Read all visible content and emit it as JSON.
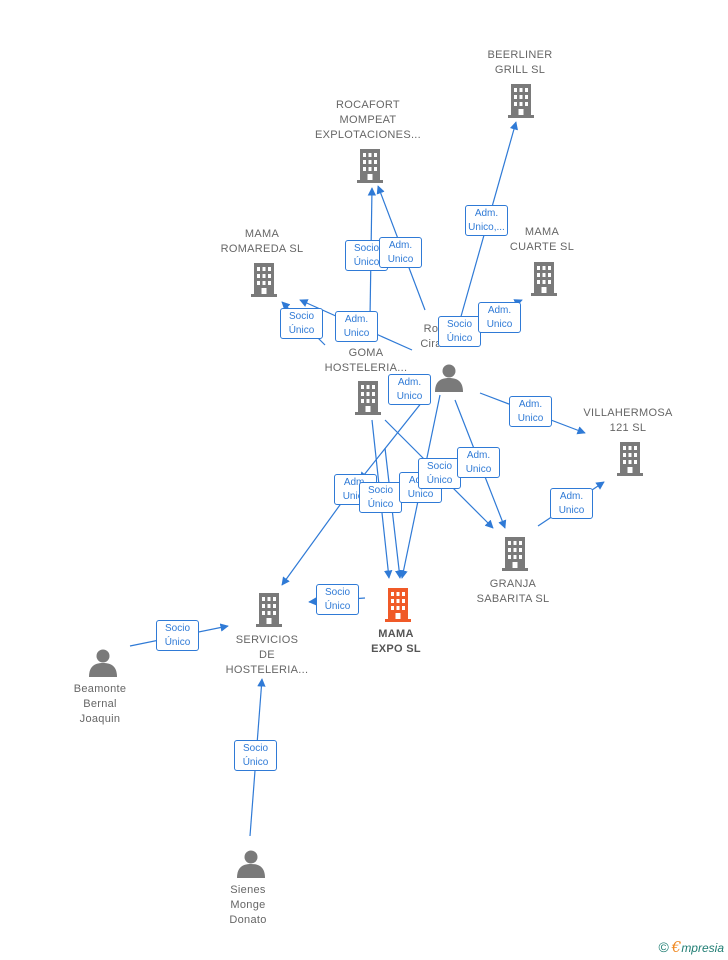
{
  "colors": {
    "edge": "#2f7ad6",
    "node": "#7a7a7a",
    "main_node": "#f05a28",
    "label": "#666666"
  },
  "nodes": [
    {
      "id": "beerliner",
      "type": "company",
      "label": [
        "BEERLINER",
        "GRILL SL"
      ]
    },
    {
      "id": "rocafort",
      "type": "company",
      "label": [
        "ROCAFORT",
        "MOMPEAT",
        "EXPLOTACIONES..."
      ]
    },
    {
      "id": "romareda",
      "type": "company",
      "label": [
        "MAMA",
        "ROMAREDA SL"
      ]
    },
    {
      "id": "cuarte",
      "type": "company",
      "label": [
        "MAMA",
        "CUARTE SL"
      ]
    },
    {
      "id": "rocafort_person",
      "type": "person",
      "label": [
        "Ro",
        "Cira"
      ]
    },
    {
      "id": "goma",
      "type": "company",
      "label": [
        "GOMA",
        "HOSTELERIA..."
      ]
    },
    {
      "id": "villahermosa",
      "type": "company",
      "label": [
        "VILLAHERMOSA",
        "121 SL"
      ]
    },
    {
      "id": "granja",
      "type": "company",
      "label": [
        "GRANJA",
        "SABARITA SL"
      ]
    },
    {
      "id": "mama_expo",
      "type": "main",
      "label": [
        "MAMA",
        "EXPO SL"
      ]
    },
    {
      "id": "servicios",
      "type": "company",
      "label": [
        "SERVICIOS",
        "DE",
        "HOSTELERIA..."
      ]
    },
    {
      "id": "beamonte",
      "type": "person",
      "label": [
        "Beamonte",
        "Bernal",
        "Joaquin"
      ]
    },
    {
      "id": "sienes",
      "type": "person",
      "label": [
        "Sienes",
        "Monge",
        "Donato"
      ]
    }
  ],
  "edge_labels": [
    {
      "id": "e1",
      "lines": [
        "Adm.",
        "Unico,..."
      ]
    },
    {
      "id": "e2",
      "lines": [
        "Socio",
        "Único"
      ]
    },
    {
      "id": "e3",
      "lines": [
        "Adm.",
        "Unico"
      ]
    },
    {
      "id": "e4",
      "lines": [
        "Socio",
        "Único"
      ]
    },
    {
      "id": "e5",
      "lines": [
        "Adm.",
        "Unico"
      ]
    },
    {
      "id": "e6",
      "lines": [
        "Socio",
        "Único"
      ]
    },
    {
      "id": "e7",
      "lines": [
        "Adm.",
        "Unico"
      ]
    },
    {
      "id": "e8",
      "lines": [
        "Adm.",
        "Unico"
      ]
    },
    {
      "id": "e9",
      "lines": [
        "Adm.",
        "Unico"
      ]
    },
    {
      "id": "e10",
      "lines": [
        "Adm.",
        "Unico"
      ]
    },
    {
      "id": "e11",
      "lines": [
        "Socio",
        "Único"
      ]
    },
    {
      "id": "e12",
      "lines": [
        "Adm.",
        "Unico"
      ]
    },
    {
      "id": "e13",
      "lines": [
        "Socio",
        "Único"
      ]
    },
    {
      "id": "e14",
      "lines": [
        "Adm.",
        "Unico"
      ]
    },
    {
      "id": "e15",
      "lines": [
        "Adm.",
        "Unico"
      ]
    },
    {
      "id": "e16",
      "lines": [
        "Socio",
        "Único"
      ]
    },
    {
      "id": "e17",
      "lines": [
        "Socio",
        "Único"
      ]
    },
    {
      "id": "e18",
      "lines": [
        "Socio",
        "Único"
      ]
    },
    {
      "id": "e19",
      "lines": [
        "Socio",
        "Único"
      ]
    }
  ],
  "footer": {
    "copyright": "©",
    "brand_initial": "€",
    "brand_rest": "mpresia"
  }
}
